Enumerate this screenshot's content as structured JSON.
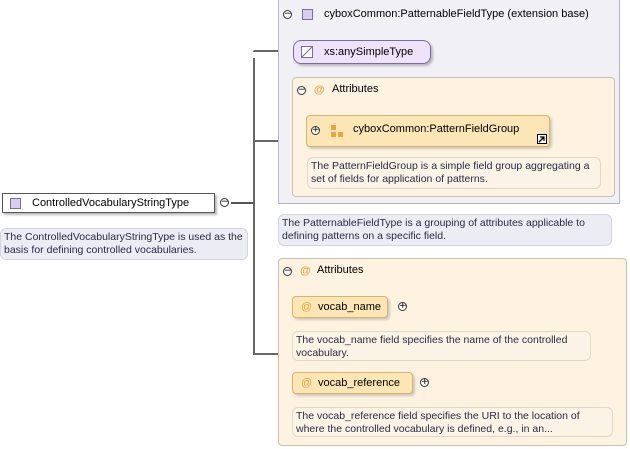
{
  "root": {
    "label": "ControlledVocabularyStringType",
    "doc": "The ControlledVocabularyStringType is used as the basis for defining controlled vocabularies."
  },
  "extension": {
    "title": "cyboxCommon:PatternableFieldType (extension base)",
    "simple_type": "xs:anySimpleType",
    "attributes_label": "Attributes",
    "group": {
      "label": "cyboxCommon:PatternFieldGroup",
      "doc": "The PatternFieldGroup is a simple field group aggregating a set of fields for application of patterns."
    },
    "doc": "The PatternableFieldType is a grouping of attributes applicable to defining patterns on a specific field."
  },
  "attributes": {
    "label": "Attributes",
    "items": [
      {
        "name": "vocab_name",
        "doc": "The vocab_name field specifies the name of the controlled vocabulary."
      },
      {
        "name": "vocab_reference",
        "doc": "The vocab_reference field specifies the URI to the location of where the controlled vocabulary is defined, e.g., in an..."
      }
    ]
  },
  "colors": {
    "element_fill": "#ffffff",
    "type_square": "#d9ccf1",
    "attribute_fill": "#fde6b6",
    "attribute_marker": "#e8a63b",
    "panel_fill": "#f1f1f5"
  },
  "icons": {
    "collapse": "minus-circle-icon",
    "expand": "plus-circle-icon",
    "type": "complex-type-icon",
    "simple_type": "simple-type-icon",
    "group": "attribute-group-icon",
    "reference": "reference-arrow-icon"
  }
}
